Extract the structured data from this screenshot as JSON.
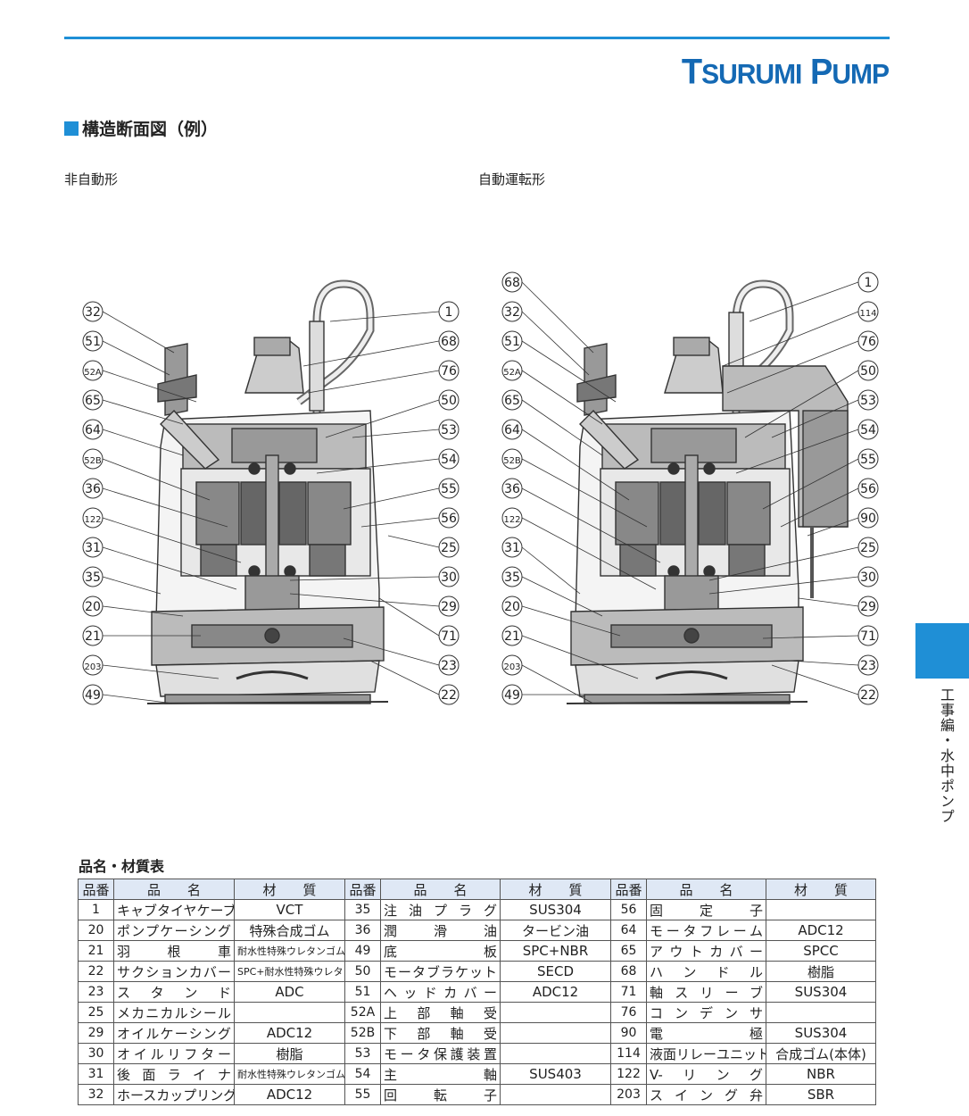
{
  "brand": {
    "big1": "T",
    "small1": "SURUMI",
    "big2": "P",
    "small2": "UMP"
  },
  "section_title": "構造断面図（例）",
  "left_label": "非自動形",
  "right_label": "自動運転形",
  "left_callouts_left": [
    "32",
    "51",
    "52A",
    "65",
    "64",
    "52B",
    "36",
    "122",
    "31",
    "35",
    "20",
    "21",
    "203",
    "49"
  ],
  "left_callouts_right": [
    "1",
    "68",
    "76",
    "50",
    "53",
    "54",
    "55",
    "56",
    "25",
    "30",
    "29",
    "71",
    "23",
    "22"
  ],
  "right_callouts_left": [
    "68",
    "32",
    "51",
    "52A",
    "65",
    "64",
    "52B",
    "36",
    "122",
    "31",
    "35",
    "20",
    "21",
    "203",
    "49"
  ],
  "right_callouts_right": [
    "1",
    "114",
    "76",
    "50",
    "53",
    "54",
    "55",
    "56",
    "90",
    "25",
    "30",
    "29",
    "71",
    "23",
    "22"
  ],
  "side_tab_text": "工事編・水中ポンプ",
  "table_title": "品名・材質表",
  "table_headers": [
    "品番",
    "品　　名",
    "材　　質",
    "品番",
    "品　　名",
    "材　　質",
    "品番",
    "品　　名",
    "材　　質"
  ],
  "table_rows": [
    [
      [
        "1",
        "キャブタイヤケーブル",
        "VCT"
      ],
      [
        "35",
        "注油プラグ",
        "SUS304"
      ],
      [
        "56",
        "固定子",
        ""
      ]
    ],
    [
      [
        "20",
        "ポンプケーシング",
        "特殊合成ゴム"
      ],
      [
        "36",
        "潤滑油",
        "タービン油"
      ],
      [
        "64",
        "モータフレーム",
        "ADC12"
      ]
    ],
    [
      [
        "21",
        "羽根車",
        "耐水性特殊ウレタンゴム"
      ],
      [
        "49",
        "底板",
        "SPC+NBR"
      ],
      [
        "65",
        "アウトカバー",
        "SPCC"
      ]
    ],
    [
      [
        "22",
        "サクションカバー",
        "SPC+耐水性特殊ウレタンゴム"
      ],
      [
        "50",
        "モータブラケット",
        "SECD"
      ],
      [
        "68",
        "ハンドル",
        "樹脂"
      ]
    ],
    [
      [
        "23",
        "スタンド",
        "ADC"
      ],
      [
        "51",
        "ヘッドカバー",
        "ADC12"
      ],
      [
        "71",
        "軸スリーブ",
        "SUS304"
      ]
    ],
    [
      [
        "25",
        "メカニカルシール",
        ""
      ],
      [
        "52A",
        "上部軸受",
        ""
      ],
      [
        "76",
        "コンデンサ",
        ""
      ]
    ],
    [
      [
        "29",
        "オイルケーシング",
        "ADC12"
      ],
      [
        "52B",
        "下部軸受",
        ""
      ],
      [
        "90",
        "電極",
        "SUS304"
      ]
    ],
    [
      [
        "30",
        "オイルリフター",
        "樹脂"
      ],
      [
        "53",
        "モータ保護装置",
        ""
      ],
      [
        "114",
        "液面リレーユニット",
        "合成ゴム(本体)"
      ]
    ],
    [
      [
        "31",
        "後面ライナ",
        "耐水性特殊ウレタンゴム"
      ],
      [
        "54",
        "主軸",
        "SUS403"
      ],
      [
        "122",
        "V-リング",
        "NBR"
      ]
    ],
    [
      [
        "32",
        "ホースカップリング",
        "ADC12"
      ],
      [
        "55",
        "回転子",
        ""
      ],
      [
        "203",
        "スイング弁",
        "SBR"
      ]
    ]
  ]
}
